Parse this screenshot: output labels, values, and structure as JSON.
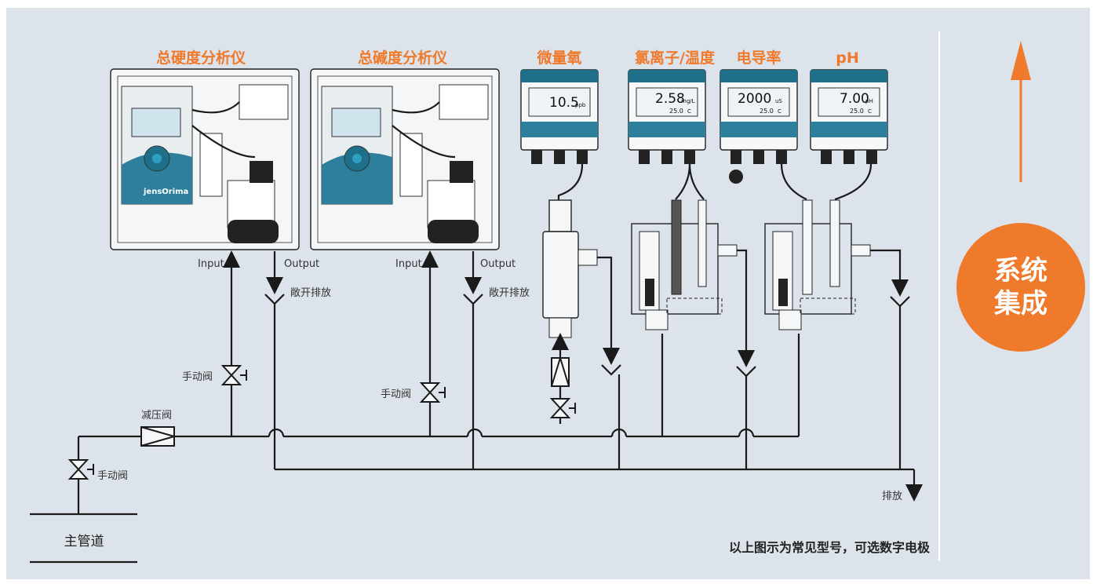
{
  "titles": {
    "hardness": "总硬度分析仪",
    "alkalinity": "总碱度分析仪",
    "oxygen": "微量氧",
    "chloride": "氯离子/温度",
    "conductivity": "电导率",
    "ph": "pH"
  },
  "labels": {
    "input1": "Input",
    "output1": "Output",
    "input2": "Input",
    "output2": "Output",
    "drain1": "敞开排放",
    "drain2": "敞开排放",
    "valve1": "手动阀",
    "valve2": "手动阀",
    "valve3": "手动阀",
    "reducer": "减压阀",
    "main_pipe": "主管道",
    "drain_main": "排放",
    "note": "以上图示为常见型号，可选数字电极"
  },
  "badge": {
    "line1": "系统",
    "line2": "集成"
  },
  "brand": "jensOrima",
  "meters": {
    "oxygen": {
      "value": "10.5",
      "unit": "ppb"
    },
    "chloride": {
      "value": "2.58",
      "unit": "mg/L",
      "temp": "25.0",
      "temp_unit": "C"
    },
    "conductivity": {
      "value": "2000",
      "unit": "uS",
      "temp": "25.0",
      "temp_unit": "C"
    },
    "ph": {
      "value": "7.00",
      "unit": "pH",
      "temp": "25.0",
      "temp_unit": "C"
    }
  },
  "colors": {
    "accent": "#ef7a2b",
    "background": "#dde3ea",
    "meter_teal": "#1f6f8b"
  }
}
